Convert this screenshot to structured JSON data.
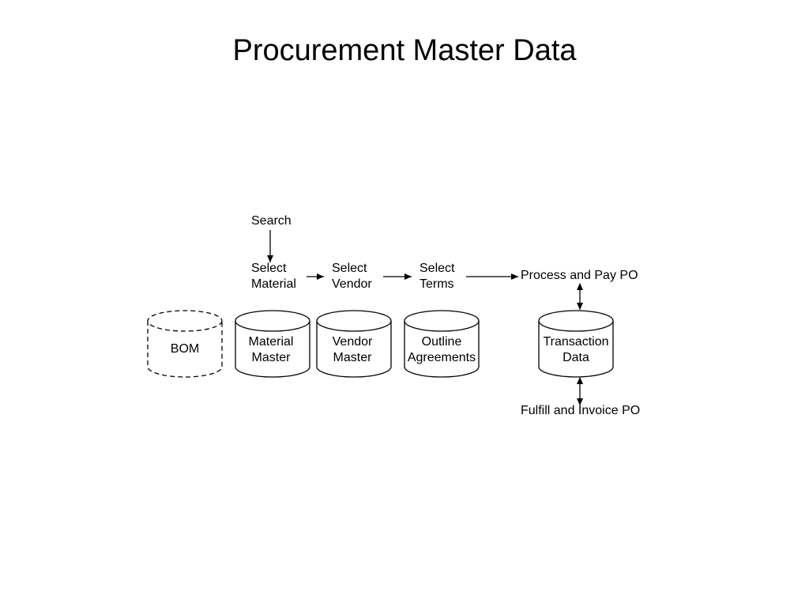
{
  "title": "Procurement Master Data",
  "steps": {
    "search": "Search",
    "select_material": [
      "Select",
      "Material"
    ],
    "select_vendor": [
      "Select",
      "Vendor"
    ],
    "select_terms": [
      "Select",
      "Terms"
    ],
    "process_pay": "Process and Pay PO",
    "fulfill_invoice": "Fulfill and Invoice PO"
  },
  "stores": {
    "bom": [
      "BOM"
    ],
    "material_master": [
      "Material",
      "Master"
    ],
    "vendor_master": [
      "Vendor",
      "Master"
    ],
    "outline_agreements": [
      "Outline",
      "Agreements"
    ],
    "transaction_data": [
      "Transaction",
      "Data"
    ]
  }
}
